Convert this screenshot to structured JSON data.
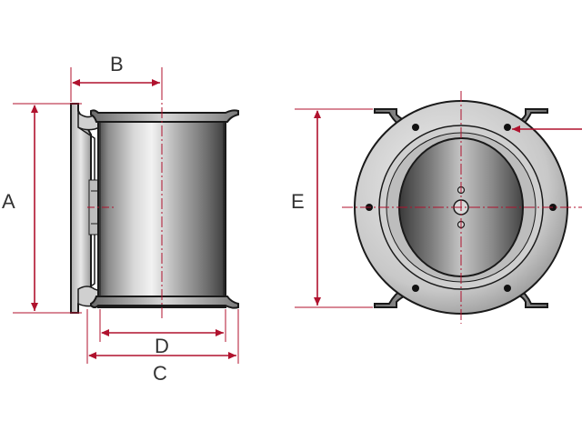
{
  "labels": {
    "a": "A",
    "b": "B",
    "c": "C",
    "d": "D",
    "e": "E"
  },
  "colors": {
    "dimension": "#b0122e",
    "outline": "#1a1a1a",
    "metal_light": "#e6e6e6",
    "metal_mid": "#a8a8a8",
    "metal_dark": "#5a5a5a",
    "label_text": "#333333"
  }
}
